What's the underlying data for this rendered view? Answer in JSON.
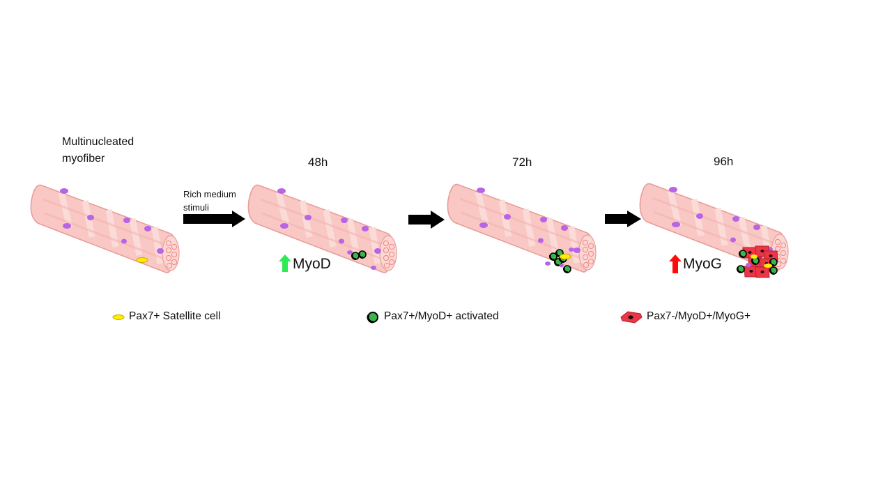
{
  "panels": [
    {
      "title": "Multinucleated\nmyofiber",
      "marker": ""
    },
    {
      "title": "48h",
      "marker": "MyoD"
    },
    {
      "title": "72h",
      "marker": ""
    },
    {
      "title": "96h",
      "marker": "MyoG"
    }
  ],
  "arrow_labels": [
    "Rich medium\nstimuli",
    "",
    ""
  ],
  "legend": [
    {
      "label": "Pax7+ Satellite cell",
      "icon": "yellow-ellipse-icon"
    },
    {
      "label": "Pax7+/MyoD+ activated",
      "icon": "green-cell-icon"
    },
    {
      "label": "Pax7-/MyoD+/MyoG+",
      "icon": "red-cell-icon"
    }
  ],
  "colors": {
    "fiber_fill": "#f9c8c4",
    "fiber_stroke": "#e89d9a",
    "nucleus": "#b864e6",
    "satellite": "#ffee00",
    "activated": "#3bb54a",
    "differentiated": "#ee3546",
    "arrow": "#000000",
    "up_green": "#2eea55",
    "up_red": "#ff0b0b"
  }
}
